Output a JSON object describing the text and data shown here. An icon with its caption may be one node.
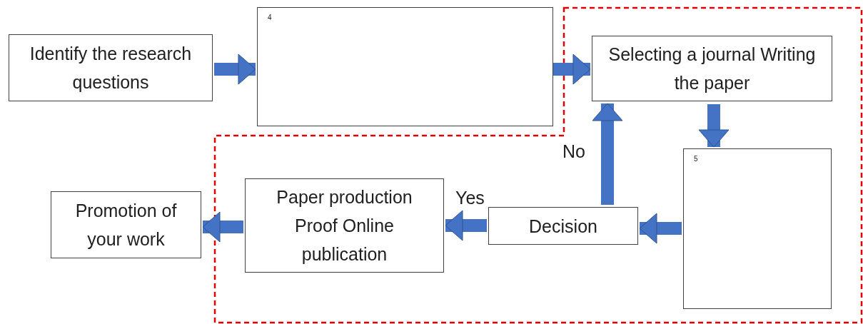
{
  "diagram": {
    "nodes": [
      {
        "text": [
          "Identify the research questions"
        ]
      },
      {
        "text": [
          "4"
        ]
      },
      {
        "text": [
          "Selecting a journal Writing the paper"
        ]
      },
      {
        "text": [
          "5"
        ]
      },
      {
        "text": [
          "Decision"
        ]
      },
      {
        "text": [
          "Paper production Proof Online publication"
        ]
      },
      {
        "text": [
          "Promotion of your work"
        ]
      }
    ],
    "edges": [
      {
        "from": 0,
        "to": 1,
        "arrow": "to"
      },
      {
        "from": 1,
        "to": 2,
        "arrow": "to"
      },
      {
        "from": 2,
        "to": 3,
        "arrow": "to"
      },
      {
        "from": 3,
        "to": 4,
        "arrow": "to"
      },
      {
        "from": 4,
        "to": 2,
        "arrow": "to",
        "label": "No"
      },
      {
        "from": 4,
        "to": 5,
        "arrow": "to",
        "label": "Yes"
      },
      {
        "from": 5,
        "to": 6,
        "arrow": "to"
      }
    ]
  }
}
